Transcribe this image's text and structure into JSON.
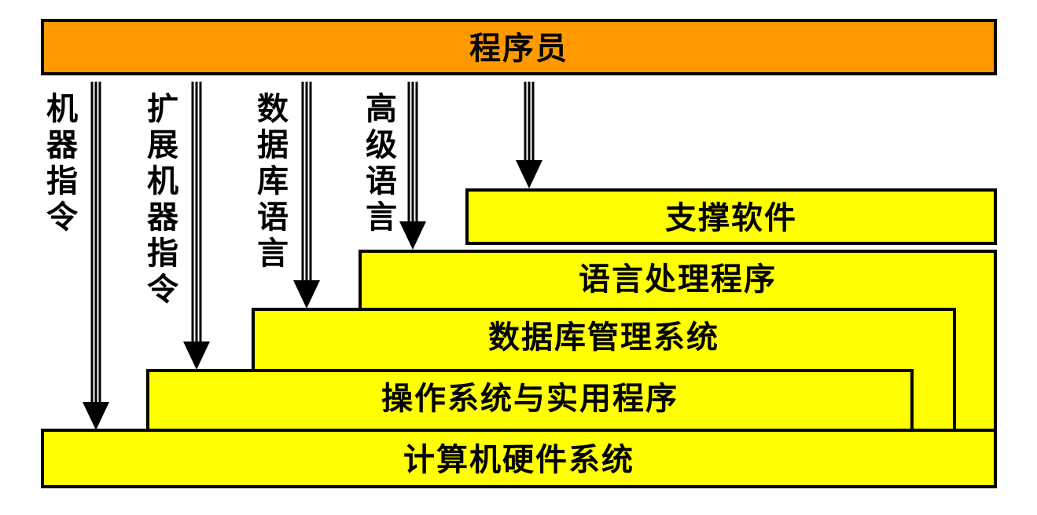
{
  "colors": {
    "top_fill": "#ff9900",
    "layer_fill": "#ffff00",
    "outline": "#000000"
  },
  "top": {
    "label": "程序员"
  },
  "layers": {
    "hardware": "计算机硬件系统",
    "os": "操作系统与实用程序",
    "dbms": "数据库管理系统",
    "lang_proc": "语言处理程序",
    "support": "支撑软件"
  },
  "arrow_labels": {
    "machine": "机器指令",
    "extended": "扩展机器指令",
    "database": "数据库语言",
    "highlevel": "高级语言"
  }
}
